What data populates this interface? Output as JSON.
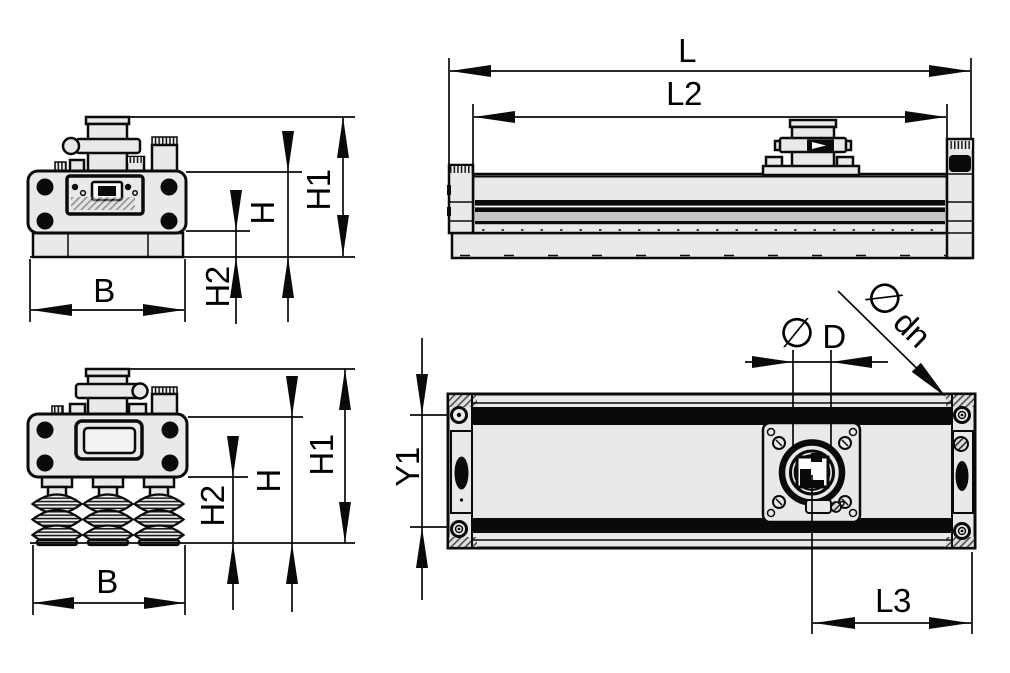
{
  "drawing_title": "Vacuum gripper dimensional drawing, four orthographic views",
  "colors": {
    "line": "#0a0a0a",
    "fill_light": "#e9e9e9",
    "fill_mid": "#c6c6c6",
    "fill_dark": "#0a0a0a",
    "background": "#ffffff"
  },
  "views": {
    "end_view": {
      "width": "B",
      "height_total": "H1",
      "height_body": "H",
      "height_base": "H2"
    },
    "side_view": {
      "length_total": "L",
      "length_inner": "L2"
    },
    "front_view": {
      "width": "B",
      "height_total": "H1",
      "height_body": "H",
      "height_bellows": "H2"
    },
    "plan_view": {
      "vertical_pitch": "Y1",
      "diameter_symbol": "∅",
      "port_diameter": "D",
      "screw_diameter": "dn",
      "port_offset": "L3"
    }
  }
}
